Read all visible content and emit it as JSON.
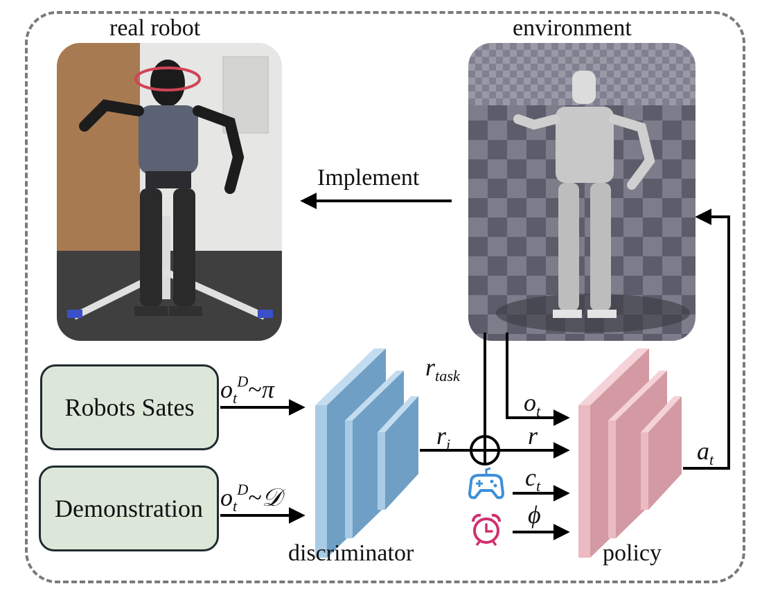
{
  "labels": {
    "real_robot": "real robot",
    "environment": "environment",
    "implement": "Implement",
    "discriminator": "discriminator",
    "policy": "policy"
  },
  "boxes": {
    "robot_states": "Robots Sates",
    "demonstration": "Demonstration"
  },
  "math": {
    "o": "o",
    "t": "t",
    "D_sup": "D",
    "tilde": "~",
    "pi": "π",
    "D_script": "𝒟",
    "r": "r",
    "task": "task",
    "i": "i",
    "c": "c",
    "a": "a",
    "phi": "ϕ"
  },
  "icons": [
    "gamepad-icon",
    "alarm-clock-icon",
    "sum-circle-icon"
  ],
  "colors": {
    "box_fill": "#dde7d9",
    "discriminator_blue": "#88b8dc",
    "policy_pink": "#e8b4bc",
    "icon_blue": "#3d8fd8",
    "icon_magenta": "#d0306e",
    "frame_gray": "#7a7a7a"
  }
}
